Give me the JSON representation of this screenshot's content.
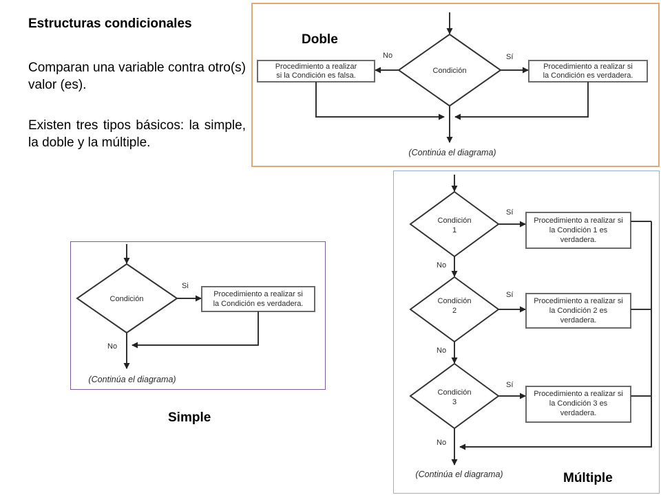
{
  "intro": {
    "heading": "Estructuras condicionales",
    "paragraph1": "Comparan una variable contra otro(s) valor (es).",
    "paragraph2": "Existen tres tipos básicos: la simple, la doble y la múltiple."
  },
  "diagrams": {
    "doble": {
      "caption": "Doble",
      "condition": "Condición",
      "no_label": "No",
      "si_label": "Sí",
      "false_box": [
        "Procedimiento a realizar",
        "si la Condición es falsa."
      ],
      "true_box": [
        "Procedimiento a realizar si",
        "la Condición es verdadera."
      ],
      "continue_text": "(Continúa el diagrama)"
    },
    "simple": {
      "caption": "Simple",
      "condition": "Condición",
      "si_label": "Si",
      "no_label": "No",
      "true_box": [
        "Procedimiento a realizar si",
        "la Condición es verdadera."
      ],
      "continue_text": "(Continúa el diagrama)"
    },
    "multiple": {
      "caption": "Múltiple",
      "conditions": [
        {
          "title": "Condición",
          "number": "1",
          "si_label": "Sí",
          "no_label": "No",
          "box": [
            "Procedimiento a realizar si",
            "la Condición 1 es",
            "verdadera."
          ]
        },
        {
          "title": "Condición",
          "number": "2",
          "si_label": "Sí",
          "no_label": "No",
          "box": [
            "Procedimiento a realizar si",
            "la Condición 2 es",
            "verdadera."
          ]
        },
        {
          "title": "Condición",
          "number": "3",
          "si_label": "Sí",
          "no_label": "No",
          "box": [
            "Procedimiento a realizar si",
            "la Condición 3 es",
            "verdadera."
          ]
        }
      ],
      "continue_text": "(Continúa el diagrama)"
    }
  }
}
